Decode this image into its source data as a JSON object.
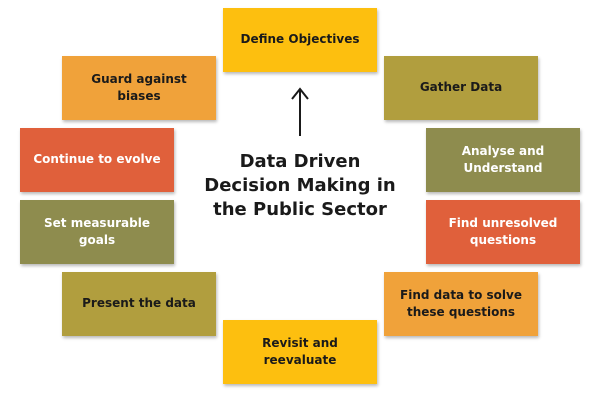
{
  "center_title": "Data Driven Decision Making in the Public Sector",
  "palette": {
    "yellow": "#fdbf0f",
    "olive_gold": "#b19e3e",
    "olive_green": "#8e8c4e",
    "orange_red": "#e0603b",
    "orange": "#f0a23a",
    "text_dark": "#1a1a1a",
    "text_light": "#ffffff"
  },
  "steps": [
    {
      "label": "Define Objectives",
      "color": "#fdbf0f"
    },
    {
      "label": "Gather Data",
      "color": "#b19e3e"
    },
    {
      "label": "Analyse and Understand",
      "color": "#8e8c4e"
    },
    {
      "label": "Find unresolved questions",
      "color": "#e0603b"
    },
    {
      "label": "Find data to solve these questions",
      "color": "#f0a23a"
    },
    {
      "label": "Revisit and reevaluate",
      "color": "#fdbf0f"
    },
    {
      "label": "Present the data",
      "color": "#b19e3e"
    },
    {
      "label": "Set measurable goals",
      "color": "#8e8c4e"
    },
    {
      "label": "Continue to evolve",
      "color": "#e0603b"
    },
    {
      "label": "Guard against biases",
      "color": "#f0a23a"
    }
  ],
  "arrow_icon": "arrow-up-icon"
}
